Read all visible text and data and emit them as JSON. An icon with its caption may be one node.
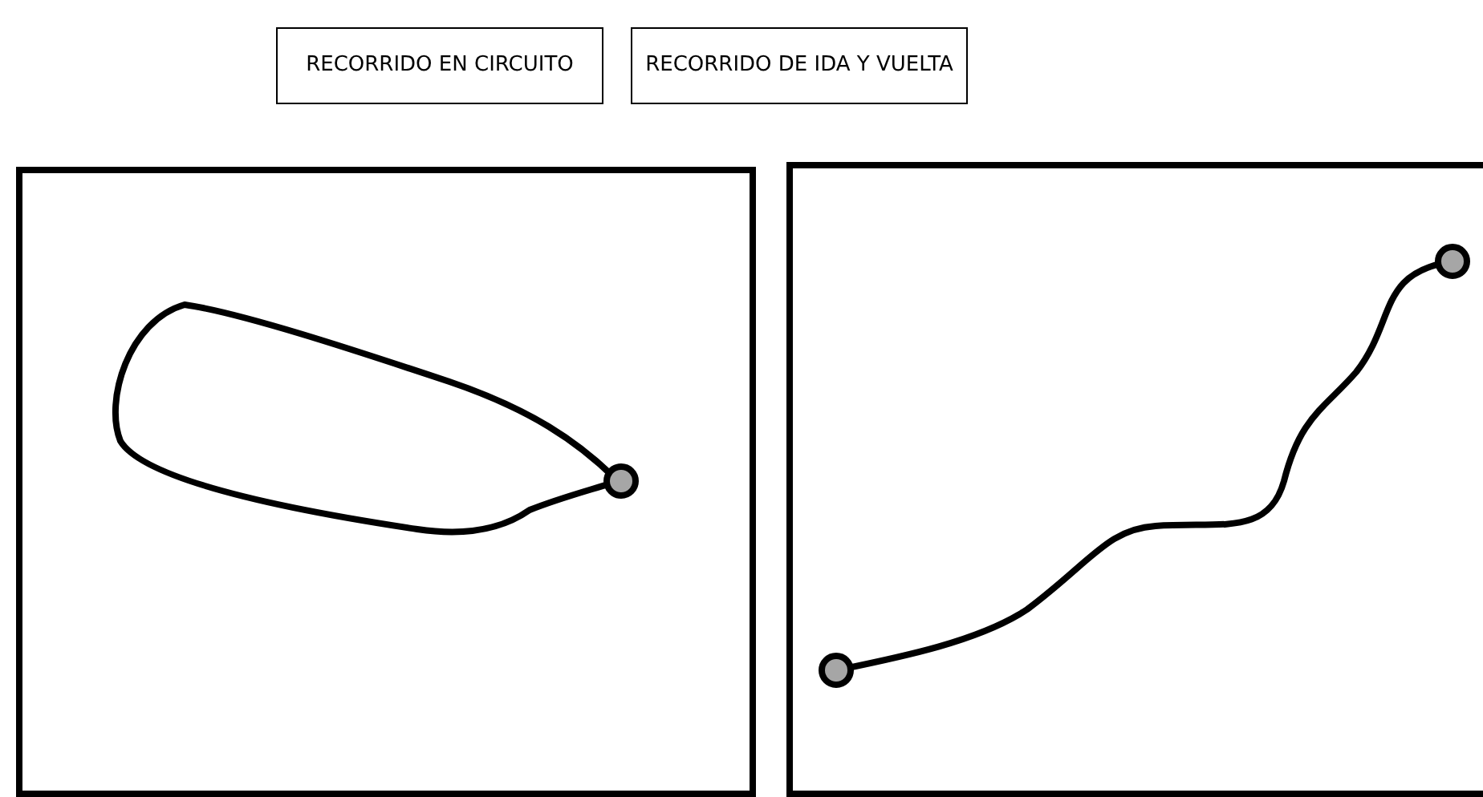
{
  "diagram": {
    "nodes": [
      {
        "text": [
          "RECORRIDO EN CIRCUITO"
        ]
      },
      {
        "text": [
          "RECORRIDO DE IDA Y VUELTA"
        ]
      },
      {
        "text": [],
        "shape": "box"
      },
      {
        "text": [],
        "shape": "box"
      }
    ]
  }
}
